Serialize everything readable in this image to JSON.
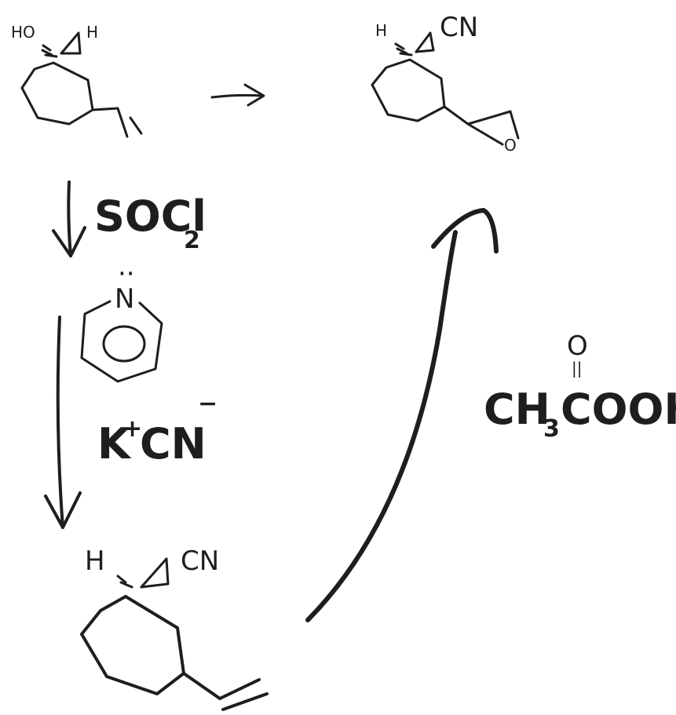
{
  "scheme": {
    "starting_material": {
      "labels": {
        "hydroxyl": "HO",
        "hydrogen": "H"
      }
    },
    "top_product": {
      "labels": {
        "hydrogen": "H",
        "nitrile": "CN",
        "epoxide_oxygen": "O"
      }
    },
    "step_one": {
      "reagent": "SOCl",
      "reagent_subscript": "2"
    },
    "step_two": {
      "base_atom": "N",
      "base_lone_pair": "··",
      "nucleophile_cation": "K",
      "nucleophile_charge_plus": "+",
      "nucleophile_anion": "CN",
      "nucleophile_charge_minus": "−"
    },
    "intermediate": {
      "labels": {
        "hydrogen": "H",
        "nitrile": "CN"
      }
    },
    "step_three": {
      "reagent_prefix": "CH",
      "reagent_subscript": "3",
      "reagent_suffix": "COOH",
      "carbonyl_oxygen": "O",
      "carbonyl_double_bond": "||"
    }
  }
}
